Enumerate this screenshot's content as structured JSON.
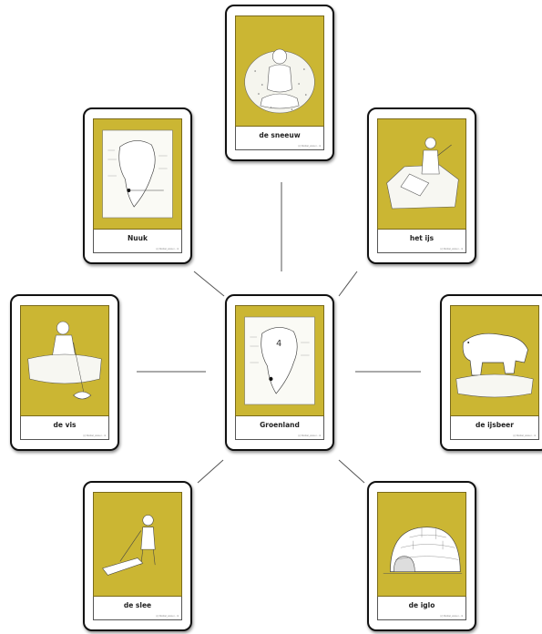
{
  "colors": {
    "card_panel": "#cbb633",
    "card_border": "#111111",
    "connector": "#555555"
  },
  "center": {
    "label": "Groenland",
    "credit": "(c) Mobiel_www.n...nl",
    "icon": "greenland-map-icon"
  },
  "cards": [
    {
      "id": "top",
      "label": "de sneeuw",
      "credit": "(c) Mobiel_www.n...nl",
      "icon": "snow-person-icon"
    },
    {
      "id": "top-left",
      "label": "Nuuk",
      "credit": "(c) Mobiel_www.n...nl",
      "icon": "map-nuuk-icon"
    },
    {
      "id": "top-right",
      "label": "het ijs",
      "credit": "(c) Mobiel_www.n...nl",
      "icon": "ice-fishing-icon"
    },
    {
      "id": "left",
      "label": "de vis",
      "credit": "(c) Mobiel_www.n...nl",
      "icon": "fish-icon"
    },
    {
      "id": "right",
      "label": "de ijsbeer",
      "credit": "(c) Mobiel_www.n...nl",
      "icon": "polar-bear-icon"
    },
    {
      "id": "bottom-left",
      "label": "de slee",
      "credit": "(c) Mobiel_www.n...nl",
      "icon": "sled-icon"
    },
    {
      "id": "bottom-right",
      "label": "de iglo",
      "credit": "(c) Mobiel_www.n...nl",
      "icon": "igloo-icon"
    }
  ]
}
